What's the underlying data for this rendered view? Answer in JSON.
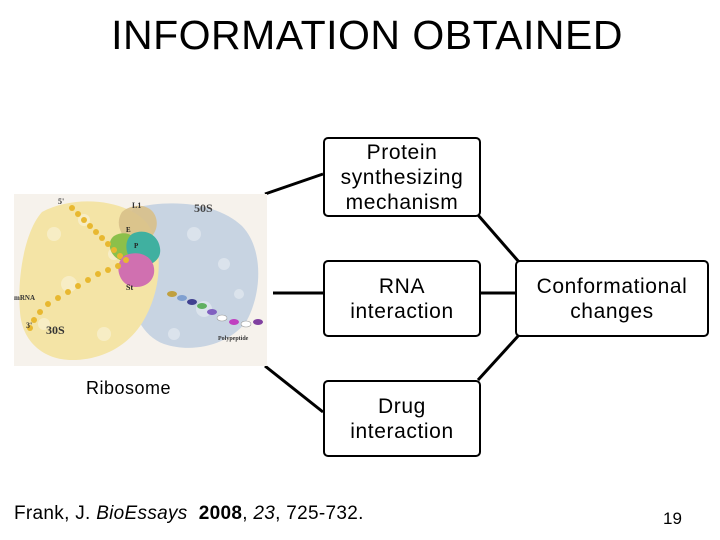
{
  "slide": {
    "title": "INFORMATION OBTAINED",
    "page_number": "19"
  },
  "boxes": {
    "protein": "Protein synthesizing mechanism",
    "rna": "RNA interaction",
    "drug": "Drug interaction",
    "conformational": "Conformational changes"
  },
  "ribosome": {
    "caption": "Ribosome",
    "labels": {
      "five_prime": "5'",
      "three_prime": "3'",
      "l1": "L1",
      "fifty_s": "50S",
      "thirty_s": "30S",
      "e": "E",
      "p": "P",
      "st": "St",
      "mrna": "mRNA",
      "polypeptide": "Polypeptide"
    },
    "colors": {
      "small_subunit": "#f4e4a6",
      "large_subunit": "#c8d4e2",
      "mrna": "#e8b830",
      "trna_e": "#8cc04a",
      "trna_p": "#40b0a0",
      "trna_a": "#d070b0"
    }
  },
  "citation": {
    "author": "Frank, J. ",
    "journal": "BioEssays",
    "year": "2008",
    "volume": "23",
    "pages": ", 725-732."
  }
}
